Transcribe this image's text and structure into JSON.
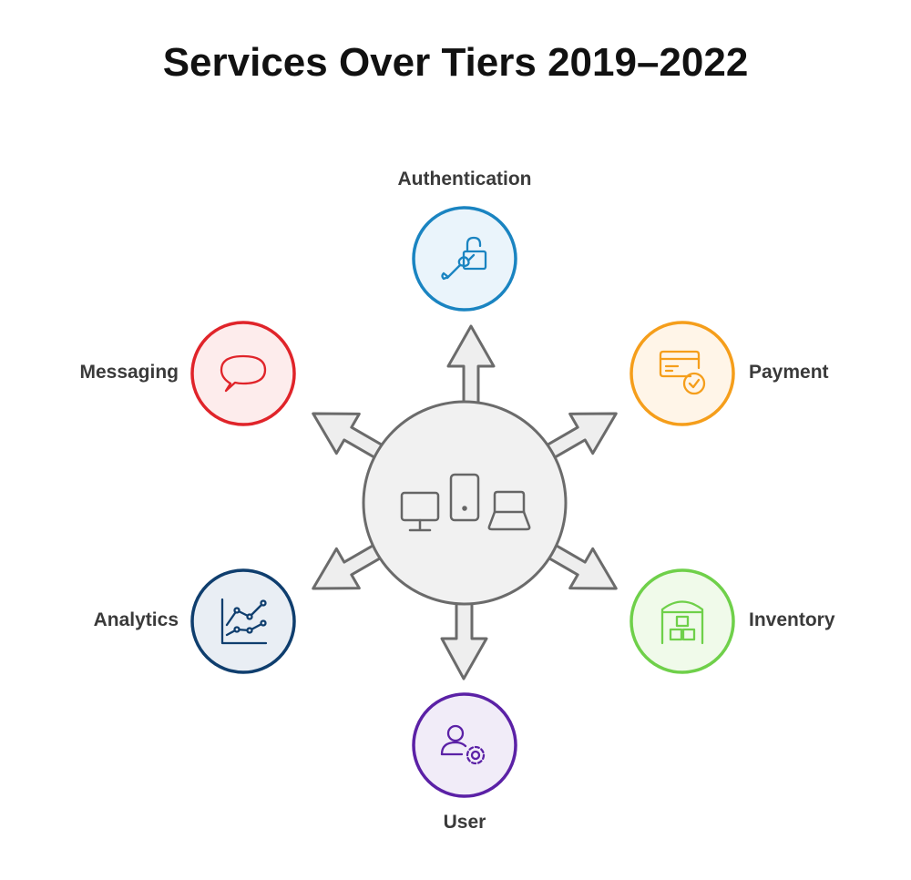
{
  "title": "Services Over Tiers 2019–2022",
  "hub": {
    "icons": [
      "desktop-icon",
      "smartphone-icon",
      "laptop-icon"
    ]
  },
  "services": [
    {
      "id": "authentication",
      "label": "Authentication",
      "color": "#1a84c1",
      "fill": "#eaf4fb",
      "icon": "key-lock-icon"
    },
    {
      "id": "payment",
      "label": "Payment",
      "color": "#f59e1b",
      "fill": "#fff5e8",
      "icon": "credit-card-check-icon"
    },
    {
      "id": "inventory",
      "label": "Inventory",
      "color": "#6fd04a",
      "fill": "#f0faea",
      "icon": "warehouse-icon"
    },
    {
      "id": "user",
      "label": "User",
      "color": "#5b21a6",
      "fill": "#f1ecf8",
      "icon": "user-settings-icon"
    },
    {
      "id": "analytics",
      "label": "Analytics",
      "color": "#0f3e6e",
      "fill": "#e9eef4",
      "icon": "line-chart-icon"
    },
    {
      "id": "messaging",
      "label": "Messaging",
      "color": "#e0242a",
      "fill": "#fdecec",
      "icon": "chat-bubble-icon"
    }
  ]
}
